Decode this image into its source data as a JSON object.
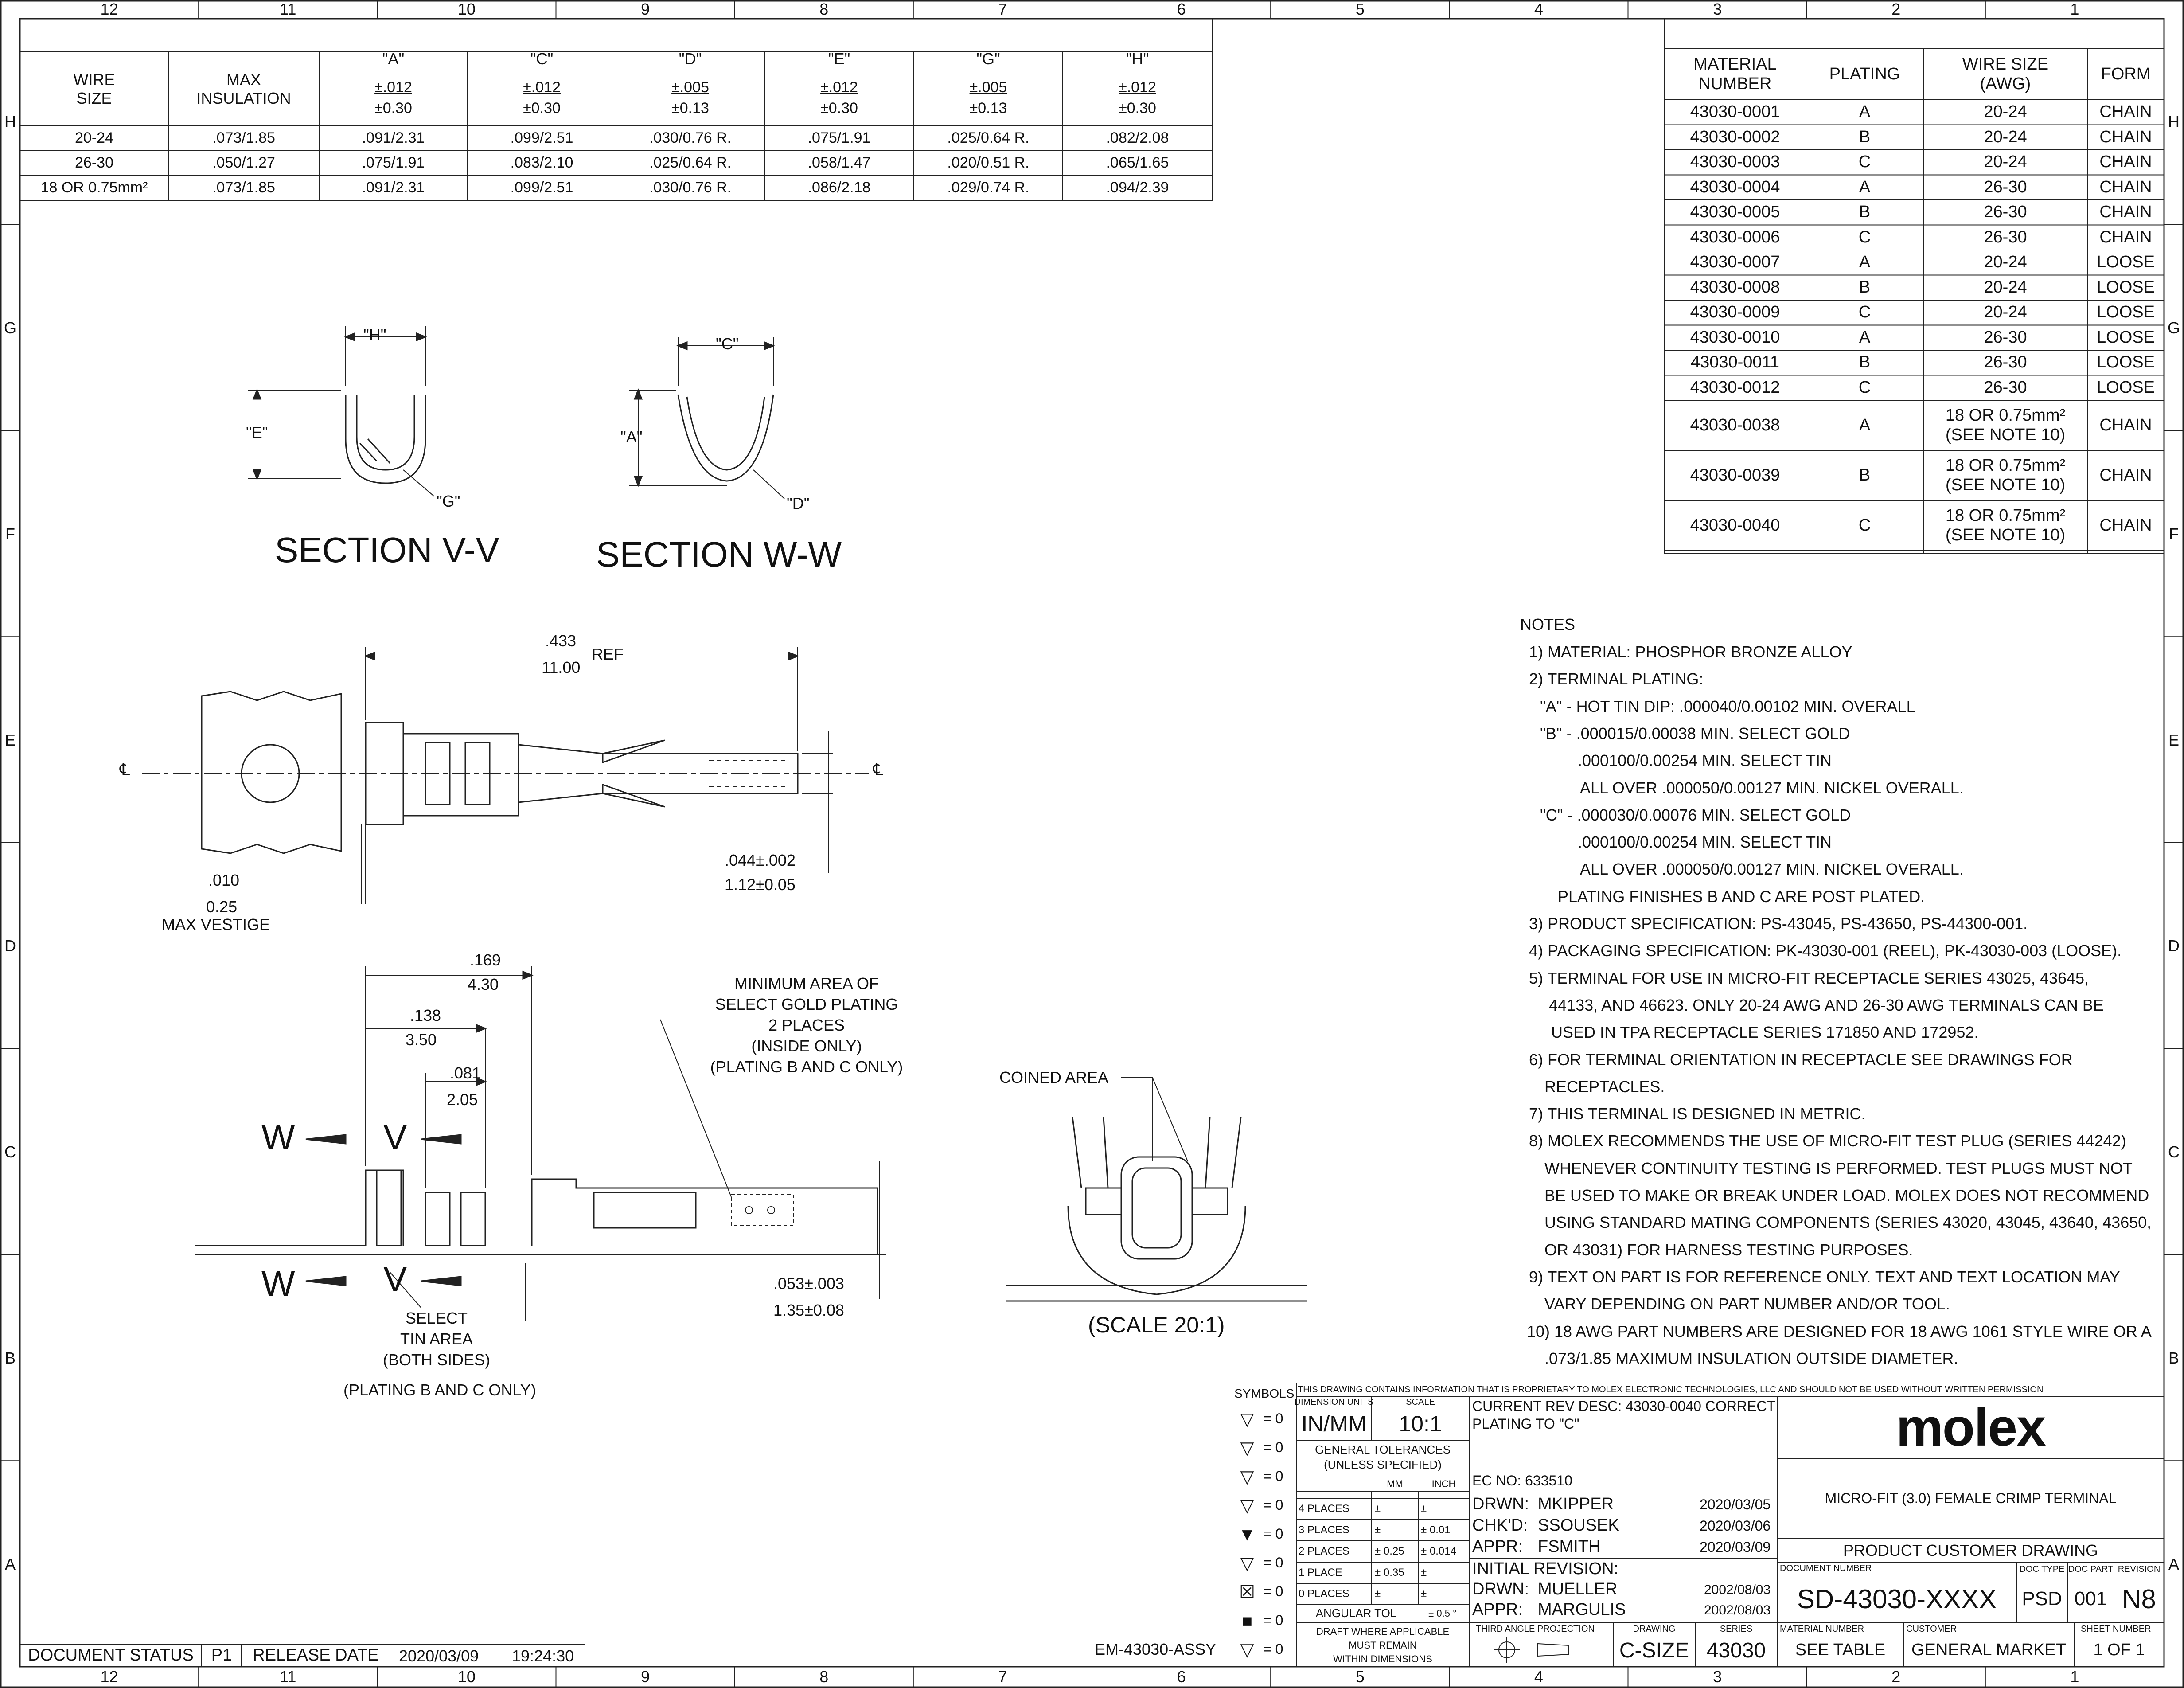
{
  "zones": {
    "columns": [
      "12",
      "11",
      "10",
      "9",
      "8",
      "7",
      "6",
      "5",
      "4",
      "3",
      "2",
      "1"
    ],
    "rows": [
      "H",
      "G",
      "F",
      "E",
      "D",
      "C",
      "B",
      "A"
    ]
  },
  "dim_table": {
    "headers": [
      "WIRE\nSIZE",
      "MAX\nINSULATION",
      "\"A\"",
      "\"C\"",
      "\"D\"",
      "\"E\"",
      "\"G\"",
      "\"H\""
    ],
    "tolerances": [
      {
        "in": "±.012",
        "mm": "±0.30"
      },
      {
        "in": "±.012",
        "mm": "±0.30"
      },
      {
        "in": "±.005",
        "mm": "±0.13"
      },
      {
        "in": "±.012",
        "mm": "±0.30"
      },
      {
        "in": "±.005",
        "mm": "±0.13"
      },
      {
        "in": "±.012",
        "mm": "±0.30"
      }
    ],
    "rows": [
      [
        "20-24",
        ".073/1.85",
        ".091/2.31",
        ".099/2.51",
        ".030/0.76 R.",
        ".075/1.91",
        ".025/0.64 R.",
        ".082/2.08"
      ],
      [
        "26-30",
        ".050/1.27",
        ".075/1.91",
        ".083/2.10",
        ".025/0.64 R.",
        ".058/1.47",
        ".020/0.51 R.",
        ".065/1.65"
      ],
      [
        "18 OR 0.75mm²",
        ".073/1.85",
        ".091/2.31",
        ".099/2.51",
        ".030/0.76 R.",
        ".086/2.18",
        ".029/0.74 R.",
        ".094/2.39"
      ]
    ]
  },
  "material_table": {
    "headers": [
      "MATERIAL\nNUMBER",
      "PLATING",
      "WIRE SIZE\n(AWG)",
      "FORM"
    ],
    "rows": [
      [
        "43030-0001",
        "A",
        "20-24",
        "CHAIN"
      ],
      [
        "43030-0002",
        "B",
        "20-24",
        "CHAIN"
      ],
      [
        "43030-0003",
        "C",
        "20-24",
        "CHAIN"
      ],
      [
        "43030-0004",
        "A",
        "26-30",
        "CHAIN"
      ],
      [
        "43030-0005",
        "B",
        "26-30",
        "CHAIN"
      ],
      [
        "43030-0006",
        "C",
        "26-30",
        "CHAIN"
      ],
      [
        "43030-0007",
        "A",
        "20-24",
        "LOOSE"
      ],
      [
        "43030-0008",
        "B",
        "20-24",
        "LOOSE"
      ],
      [
        "43030-0009",
        "C",
        "20-24",
        "LOOSE"
      ],
      [
        "43030-0010",
        "A",
        "26-30",
        "LOOSE"
      ],
      [
        "43030-0011",
        "B",
        "26-30",
        "LOOSE"
      ],
      [
        "43030-0012",
        "C",
        "26-30",
        "LOOSE"
      ],
      [
        "43030-0038",
        "A",
        "18 OR 0.75mm²\n(SEE NOTE 10)",
        "CHAIN"
      ],
      [
        "43030-0039",
        "B",
        "18 OR 0.75mm²\n(SEE NOTE 10)",
        "CHAIN"
      ],
      [
        "43030-0040",
        "C",
        "18 OR 0.75mm²\n(SEE NOTE 10)",
        "CHAIN"
      ]
    ]
  },
  "sections": {
    "vv_title": "SECTION V-V",
    "ww_title": "SECTION W-W",
    "h_label": "\"H\"",
    "e_label": "\"E\"",
    "g_label": "\"G\"",
    "c_label": "\"C\"",
    "a_label": "\"A\"",
    "d_label": "\"D\""
  },
  "top_view": {
    "dim_433_in": ".433",
    "dim_433_mm": "11.00",
    "ref": "REF",
    "cl": "℄",
    "dim_044_in": ".044±.002",
    "dim_044_mm": "1.12±0.05",
    "vestige_in": ".010",
    "vestige_mm": "0.25",
    "vestige_label": "MAX VESTIGE"
  },
  "side_view": {
    "dim_169_in": ".169",
    "dim_169_mm": "4.30",
    "dim_138_in": ".138",
    "dim_138_mm": "3.50",
    "dim_081_in": ".081",
    "dim_081_mm": "2.05",
    "dim_053_in": ".053±.003",
    "dim_053_mm": "1.35±0.08",
    "w": "W",
    "v": "V",
    "gold_note": [
      "MINIMUM AREA OF",
      "SELECT GOLD PLATING",
      "2 PLACES",
      "(INSIDE ONLY)",
      "(PLATING B AND C ONLY)"
    ],
    "tin_note": [
      "SELECT",
      "TIN AREA",
      "(BOTH SIDES)"
    ],
    "tin_plating": "(PLATING B AND C ONLY)"
  },
  "end_view": {
    "coined": "COINED AREA",
    "scale": "(SCALE 20:1)"
  },
  "notes": {
    "title": "NOTES",
    "lines": [
      "1) MATERIAL: PHOSPHOR BRONZE ALLOY",
      "2) TERMINAL PLATING:",
      "\"A\" - HOT TIN DIP: .000040/0.00102 MIN. OVERALL",
      "\"B\" - .000015/0.00038 MIN. SELECT GOLD",
      ".000100/0.00254 MIN. SELECT TIN",
      "ALL OVER .000050/0.00127 MIN. NICKEL OVERALL.",
      "\"C\" - .000030/0.00076 MIN. SELECT GOLD",
      ".000100/0.00254 MIN. SELECT TIN",
      "ALL OVER .000050/0.00127 MIN. NICKEL OVERALL.",
      "PLATING FINISHES B AND C ARE POST PLATED.",
      "3) PRODUCT SPECIFICATION: PS-43045, PS-43650, PS-44300-001.",
      "4) PACKAGING SPECIFICATION: PK-43030-001 (REEL), PK-43030-003 (LOOSE).",
      "5) TERMINAL FOR USE IN MICRO-FIT RECEPTACLE SERIES 43025, 43645,",
      "44133, AND 46623. ONLY 20-24 AWG AND 26-30 AWG TERMINALS CAN BE",
      "USED IN TPA RECEPTACLE SERIES 171850 AND 172952.",
      "6) FOR TERMINAL ORIENTATION IN RECEPTACLE SEE DRAWINGS FOR",
      "RECEPTACLES.",
      "7) THIS TERMINAL IS DESIGNED IN METRIC.",
      "8) MOLEX RECOMMENDS THE USE OF MICRO-FIT TEST PLUG (SERIES 44242)",
      "WHENEVER CONTINUITY TESTING IS PERFORMED. TEST PLUGS MUST NOT",
      "BE USED TO MAKE OR BREAK UNDER LOAD.  MOLEX DOES NOT RECOMMEND",
      "USING STANDARD MATING COMPONENTS (SERIES 43020, 43045, 43640, 43650,",
      "OR 43031) FOR HARNESS TESTING PURPOSES.",
      "9) TEXT ON PART IS FOR REFERENCE ONLY. TEXT AND TEXT LOCATION MAY",
      "VARY DEPENDING ON PART NUMBER AND/OR TOOL.",
      "10) 18 AWG PART NUMBERS ARE DESIGNED FOR 18 AWG 1061 STYLE WIRE OR A",
      ".073/1.85 MAXIMUM INSULATION OUTSIDE DIAMETER."
    ]
  },
  "title_block": {
    "proprietary": "THIS DRAWING CONTAINS INFORMATION THAT IS PROPRIETARY TO MOLEX ELECTRONIC TECHNOLOGIES, LLC AND SHOULD NOT BE USED WITHOUT WRITTEN PERMISSION",
    "symbols": "SYMBOLS",
    "symbol_eq": "= 0",
    "dim_units_label": "DIMENSION UNITS",
    "dim_units": "IN/MM",
    "scale_label": "SCALE",
    "scale": "10:1",
    "gen_tol": "GENERAL TOLERANCES",
    "unless": "(UNLESS SPECIFIED)",
    "mm": "MM",
    "inch": "INCH",
    "tol_rows": [
      {
        "label": "4 PLACES",
        "mm": "±",
        "inch": "±"
      },
      {
        "label": "3 PLACES",
        "mm": "±",
        "inch": "± 0.01"
      },
      {
        "label": "2 PLACES",
        "mm": "± 0.25",
        "inch": "± 0.014"
      },
      {
        "label": "1 PLACE",
        "mm": "± 0.35",
        "inch": "±"
      },
      {
        "label": "0 PLACES",
        "mm": "±",
        "inch": "±"
      }
    ],
    "angular": "ANGULAR TOL",
    "angular_val": "± 0.5 °",
    "draft": [
      "DRAFT WHERE APPLICABLE",
      "MUST REMAIN",
      "WITHIN DIMENSIONS"
    ],
    "rev_desc": [
      "CURRENT REV DESC: 43030-0040 CORRECT",
      "PLATING TO \"C\""
    ],
    "ec_no": "EC NO:   633510",
    "drwn": "DRWN:",
    "drwn_name": "MKIPPER",
    "drwn_date": "2020/03/05",
    "chkd": "CHK'D:",
    "chkd_name": "SSOUSEK",
    "chkd_date": "2020/03/06",
    "appr": "APPR:",
    "appr_name": "FSMITH",
    "appr_date": "2020/03/09",
    "initial": "INITIAL REVISION:",
    "init_drwn_name": "MUELLER",
    "init_drwn_date": "2002/08/03",
    "init_appr_name": "MARGULIS",
    "init_appr_date": "2002/08/03",
    "third_angle": "THIRD ANGLE PROJECTION",
    "drawing_label": "DRAWING",
    "drawing": "C-SIZE",
    "series_label": "SERIES",
    "series": "43030",
    "logo": "molex",
    "product": "MICRO-FIT (3.0) FEMALE CRIMP TERMINAL",
    "doc_kind": "PRODUCT CUSTOMER DRAWING",
    "doc_number_label": "DOCUMENT NUMBER",
    "doc_number": "SD-43030-XXXX",
    "doc_type_label": "DOC TYPE",
    "doc_type": "PSD",
    "doc_part_label": "DOC PART",
    "doc_part": "001",
    "revision_label": "REVISION",
    "revision": "N8",
    "material_label": "MATERIAL NUMBER",
    "material": "SEE TABLE",
    "customer_label": "CUSTOMER",
    "customer": "GENERAL MARKET",
    "sheet_label": "SHEET NUMBER",
    "sheet": "1 OF 1",
    "assy": "EM-43030-ASSY"
  },
  "status_bar": {
    "doc_status": "DOCUMENT STATUS",
    "status": "P1",
    "release": "RELEASE DATE",
    "date": "2020/03/09",
    "time": "19:24:30"
  }
}
